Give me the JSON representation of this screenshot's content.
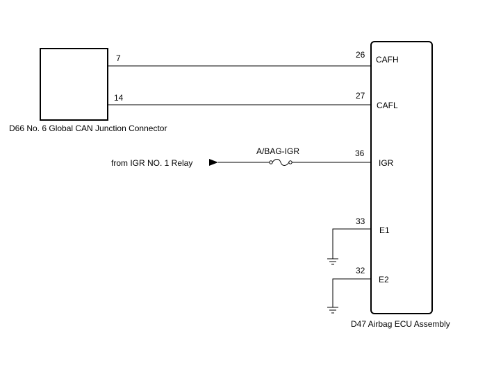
{
  "connector": {
    "label": "D66  No. 6 Global CAN Junction Connector",
    "pin_cafh": "7",
    "pin_cafl": "14"
  },
  "ecu": {
    "label": "D47  Airbag ECU Assembly",
    "pins": {
      "cafh": {
        "number": "26",
        "name": "CAFH"
      },
      "cafl": {
        "number": "27",
        "name": "CAFL"
      },
      "igr": {
        "number": "36",
        "name": "IGR"
      },
      "e1": {
        "number": "33",
        "name": "E1"
      },
      "e2": {
        "number": "32",
        "name": "E2"
      }
    }
  },
  "power": {
    "source": "from IGR NO. 1 Relay",
    "fuse": "A/BAG-IGR"
  }
}
